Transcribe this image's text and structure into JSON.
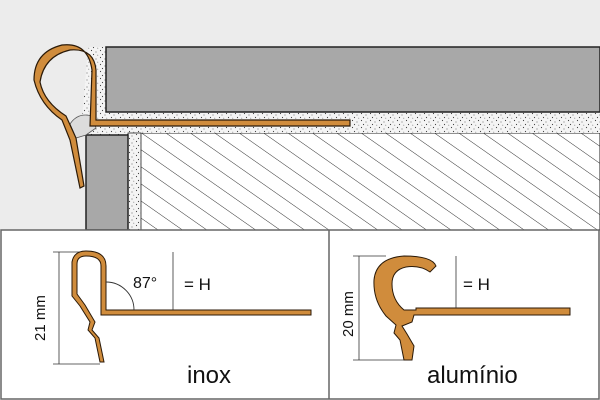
{
  "colors": {
    "profile_fill": "#d08c3c",
    "profile_outline": "#2b1a08",
    "tile_fill": "#a8a8a8",
    "mortar_fill": "#ededed",
    "background_top": "#ececec",
    "frame": "#666666"
  },
  "panels": {
    "inox": {
      "height_label": "21 mm",
      "angle_label": "87°",
      "h_label": "= H",
      "material_label": "inox"
    },
    "aluminio": {
      "height_label": "20 mm",
      "h_label": "= H",
      "material_label": "alumínio"
    }
  }
}
